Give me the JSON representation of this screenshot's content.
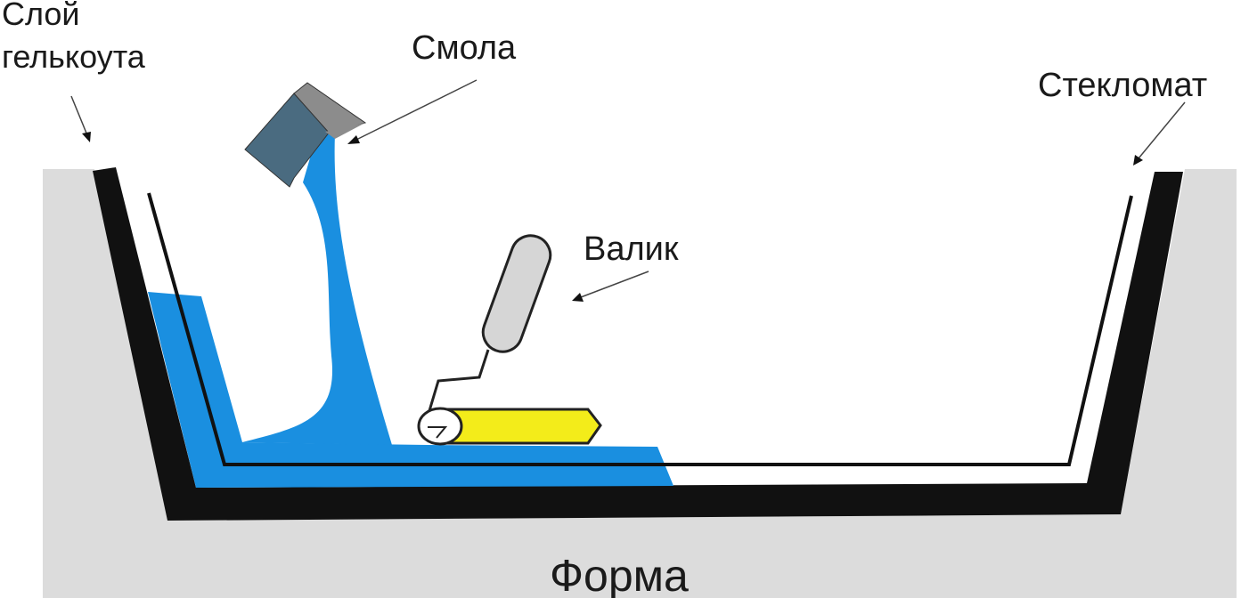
{
  "labels": {
    "gelcoat": [
      "Слой",
      "гелькоута"
    ],
    "resin": "Смола",
    "roller": "Валик",
    "glassmat": "Стекломат",
    "mold": "Форма"
  },
  "colors": {
    "mold": "#dcdcdc",
    "gelcoat": "#111111",
    "resin": "#1a8fe0",
    "roller_body": "#f3ec1a",
    "handle": "#d6d6d6",
    "bucket_dark": "#4a6b80",
    "bucket_light": "#8c8c8c"
  }
}
